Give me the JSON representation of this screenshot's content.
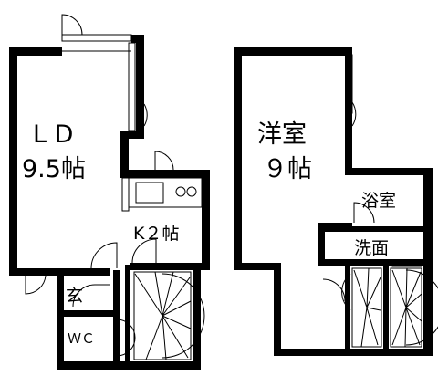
{
  "unit_a": {
    "living_dining": {
      "name": "L D",
      "size": "9.5帖"
    },
    "kitchen": {
      "name": "K２帖"
    },
    "entrance": {
      "name": "玄"
    },
    "toilet": {
      "name": "ＷＣ"
    }
  },
  "unit_b": {
    "western_room": {
      "name": "洋室",
      "size": "９帖"
    },
    "bath": {
      "name": "浴室"
    },
    "washroom": {
      "name": "洗面"
    }
  },
  "colors": {
    "wall": "#000000",
    "background": "#ffffff"
  }
}
